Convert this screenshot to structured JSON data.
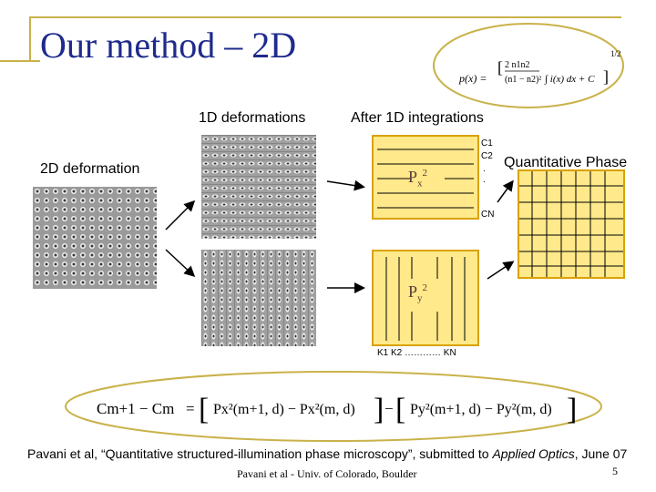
{
  "slide": {
    "title": "Our method – 2D",
    "page_number": "5",
    "footer": "Pavani et al - Univ. of Colorado, Boulder"
  },
  "labels": {
    "one_d_deformations": "1D deformations",
    "after_1d_integrations": "After 1D integrations",
    "two_d_deformation": "2D deformation",
    "quantitative_phase": "Quantitative Phase"
  },
  "panel_x": {
    "symbol": "P",
    "subscript": "x",
    "superscript": "2",
    "constants": [
      "C1",
      "C2",
      ".",
      ".",
      "CN"
    ]
  },
  "panel_y": {
    "symbol": "P",
    "subscript": "y",
    "superscript": "2",
    "constants_label": "K1  K2 ………… KN"
  },
  "top_equation": {
    "lhs": "p(x) =",
    "fraction_num": "2 n1n2",
    "fraction_den": "(n1 − n2)²",
    "integral": "∫ i(x) dx + C",
    "exponent": "1/2"
  },
  "bottom_equation": {
    "lhs": "Cm+1 − Cm",
    "equals": "=",
    "bracket1": "Px²(m+1, d) − Px²(m, d)",
    "minus": "−",
    "bracket2": "Py²(m+1, d) − Py²(m, d)"
  },
  "citation": {
    "prefix": "Pavani et al, “Quantitative structured-illumination phase microscopy”, submitted to ",
    "journal": "Applied Optics",
    "suffix": ", June 07"
  },
  "colors": {
    "title": "#1f2b8c",
    "frame": "#c9b24a",
    "panel_fill": "#ffe98a",
    "panel_border": "#d9a200"
  }
}
